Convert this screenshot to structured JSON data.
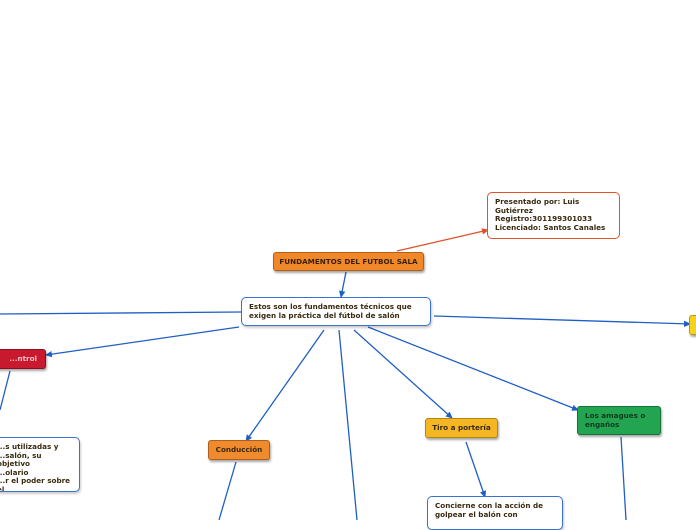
{
  "diagram": {
    "root": {
      "label": "FUNDAMENTOS DEL FUTBOL SALA"
    },
    "author": {
      "lines": [
        "Presentado por: Luis",
        "Gutiérrez",
        "Registro:301199301033",
        "Licenciado: Santos Canales"
      ]
    },
    "description": {
      "lines": [
        "Estos son los fundamentos técnicos que",
        "exigen la práctica del fútbol de salón"
      ]
    },
    "branches": {
      "left_red": {
        "label": "...ntrol"
      },
      "left_text": {
        "lines": [
          "...s utilizadas y",
          "...salón, su objetivo",
          "...olario",
          "...r el poder sobre el"
        ]
      },
      "conduccion": {
        "label": "Conducción"
      },
      "tiro": {
        "label": "Tiro a portería"
      },
      "tiro_text": {
        "lines": [
          "Concierne con la acción de",
          "golpear el balón con"
        ]
      },
      "amagues": {
        "label": "Los amagues o engaños"
      }
    },
    "colors": {
      "connector": "#1f5fc4",
      "author_connector": "#e0522a",
      "root_fill": "#f0882a",
      "author_border": "#e0522a",
      "description_border": "#3b6fd0",
      "red_fill": "#c8192f",
      "conduccion_fill": "#ef8a2d",
      "tiro_fill": "#f5b623",
      "amagues_fill": "#22a450",
      "yellow_fill": "#f6d11e"
    }
  }
}
